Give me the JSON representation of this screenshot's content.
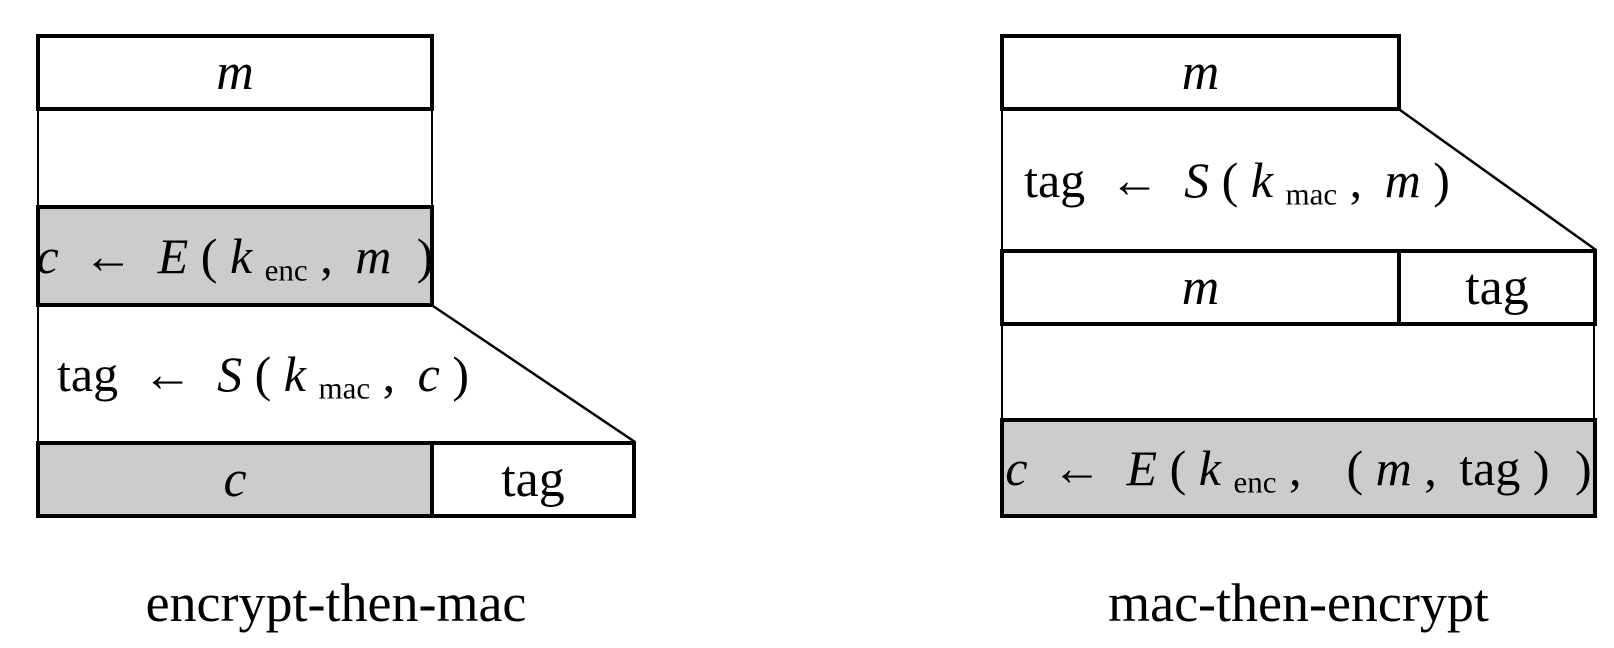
{
  "canvas": {
    "background_color": "#ffffff",
    "line_color": "#000000",
    "gray_fill_color": "#cccccc"
  },
  "left_figure": {
    "caption": "encrypt-then-mac",
    "message_box_label": "m",
    "encrypt_formula": {
      "lhs": "c",
      "arrow": "←",
      "func": "E",
      "open_paren": "(",
      "key": "k",
      "key_sub": "enc",
      "comma": ",",
      "arg": "m",
      "close_paren": ")"
    },
    "mac_formula": {
      "lhs": "tag",
      "arrow": "←",
      "func": "S",
      "open_paren": "(",
      "key": "k",
      "key_sub": "mac",
      "comma": ",",
      "arg": "c",
      "close_paren": ")"
    },
    "output_cipher_label": "c",
    "output_tag_label": "tag"
  },
  "right_figure": {
    "caption": "mac-then-encrypt",
    "message_box_label": "m",
    "mac_formula": {
      "lhs": "tag",
      "arrow": "←",
      "func": "S",
      "open_paren": "(",
      "key": "k",
      "key_sub": "mac",
      "comma": ",",
      "arg": "m",
      "close_paren": ")"
    },
    "mid_message_label": "m",
    "mid_tag_label": "tag",
    "encrypt_formula": {
      "lhs": "c",
      "arrow": "←",
      "func": "E",
      "open_paren": "(",
      "key": "k",
      "key_sub": "enc",
      "comma": ",",
      "pair_open": "(",
      "pair_first": "m",
      "pair_comma": ",",
      "pair_second": "tag",
      "pair_close": ")",
      "close_paren": ")"
    }
  }
}
